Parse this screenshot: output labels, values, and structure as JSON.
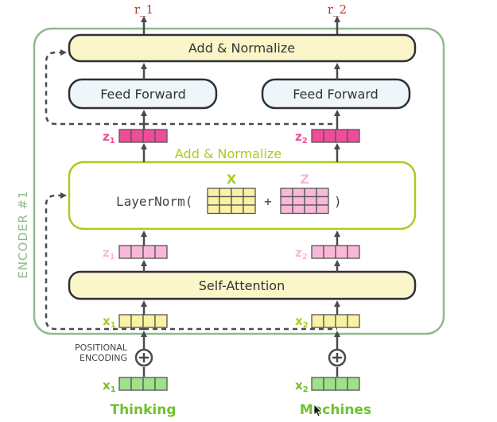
{
  "outputs": {
    "r1": "r_1",
    "r2": "r_2"
  },
  "encoder_label": "ENCODER #1",
  "layers": {
    "add_normalize_top": "Add & Normalize",
    "feed_forward_left": "Feed Forward",
    "feed_forward_right": "Feed Forward",
    "add_normalize_mid": "Add & Normalize",
    "self_attention": "Self-Attention"
  },
  "layernorm": {
    "func": "LayerNorm(",
    "plus": "+",
    "close": ")",
    "x_label": "X",
    "z_label": "Z"
  },
  "vectors": {
    "z1_top": {
      "letter": "z",
      "sub": "1"
    },
    "z2_top": {
      "letter": "z",
      "sub": "2"
    },
    "z1_mid": {
      "letter": "z",
      "sub": "1"
    },
    "z2_mid": {
      "letter": "z",
      "sub": "2"
    },
    "x1_in": {
      "letter": "x",
      "sub": "1"
    },
    "x2_in": {
      "letter": "x",
      "sub": "2"
    },
    "x1_embed": {
      "letter": "x",
      "sub": "1"
    },
    "x2_embed": {
      "letter": "x",
      "sub": "2"
    }
  },
  "positional_encoding": {
    "line1": "POSITIONAL",
    "line2": "ENCODING"
  },
  "words": {
    "w1": "Thinking",
    "w2": "Machines"
  },
  "colors": {
    "encoder_border": "#8fbb8a",
    "lime": "#a9cc1e",
    "box_fill_yellow": "#fbf6c9",
    "box_fill_blue": "#eef6fa",
    "pink_dark": "#ee4d98",
    "pink_light": "#f9b8d8",
    "yellow_cell": "#f8f2a2",
    "green_cell": "#9fe08a",
    "green_text": "#6fc12d",
    "red_text": "#c0392b",
    "arrow": "#4a4a52"
  }
}
